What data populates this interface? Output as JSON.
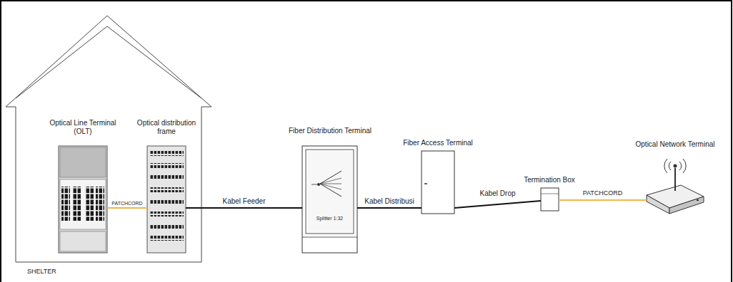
{
  "diagram": {
    "nodes": [
      {
        "text": [
          "SHELTER"
        ]
      },
      {
        "text": [
          "Optical Line Terminal (OLT)"
        ],
        "in": 0
      },
      {
        "text": [
          "Optical distribution frame"
        ],
        "in": 0
      },
      {
        "text": [
          "Fiber Distribution Terminal",
          "Splitter 1:32"
        ]
      },
      {
        "text": [
          "Fiber Access Terminal"
        ]
      },
      {
        "text": [
          "Termination Box"
        ]
      },
      {
        "text": [
          "Optical Network Terminal"
        ]
      }
    ],
    "edges": [
      {
        "from": 1,
        "to": 2,
        "label": "PATCHCORD",
        "arrow": "none"
      },
      {
        "from": 2,
        "to": 3,
        "label": "Kabel Feeder",
        "arrow": "none"
      },
      {
        "from": 3,
        "to": 4,
        "label": "Kabel Distribusi",
        "arrow": "none"
      },
      {
        "from": 4,
        "to": 5,
        "label": "Kabel Drop",
        "arrow": "none"
      },
      {
        "from": 5,
        "to": 6,
        "label": "PATCHCORD",
        "arrow": "none"
      }
    ]
  }
}
